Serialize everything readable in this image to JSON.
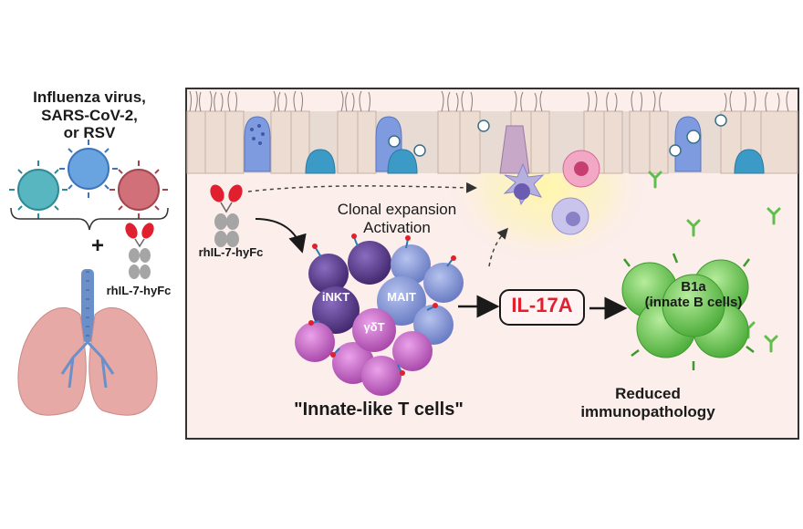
{
  "left_panel": {
    "virus_text": [
      "Influenza virus,",
      "SARS-CoV-2,",
      "or RSV"
    ],
    "plus_sign": "+",
    "drug_label": "rhIL-7-hyFc"
  },
  "main_panel": {
    "drug_label": "rhIL-7-hyFc",
    "expansion_text": [
      "Clonal expansion",
      "Activation"
    ],
    "tcell_labels": {
      "inkt": "iNKT",
      "mait": "MAIT",
      "gdt": "γδT"
    },
    "tcells_caption": "\"Innate-like T cells\"",
    "cytokine_label": "IL-17A",
    "bcell_label": [
      "B1a",
      "(innate B cells)"
    ],
    "outcome_text": [
      "Reduced",
      "immunopathology"
    ]
  },
  "colors": {
    "frame": "#333333",
    "virus_teal": "#3fa8b5",
    "virus_blue": "#4d8fd6",
    "virus_red": "#c9555e",
    "drug_red": "#e0202f",
    "drug_grey": "#9a9a9a",
    "inkt": "#5b3d8c",
    "mait": "#7d8fd0",
    "gdt": "#c064c4",
    "bcell": "#5fbf4a",
    "il17_red": "#e0202f",
    "lung_pink": "#e7a9a6",
    "trachea_blue": "#6b8fc9"
  }
}
